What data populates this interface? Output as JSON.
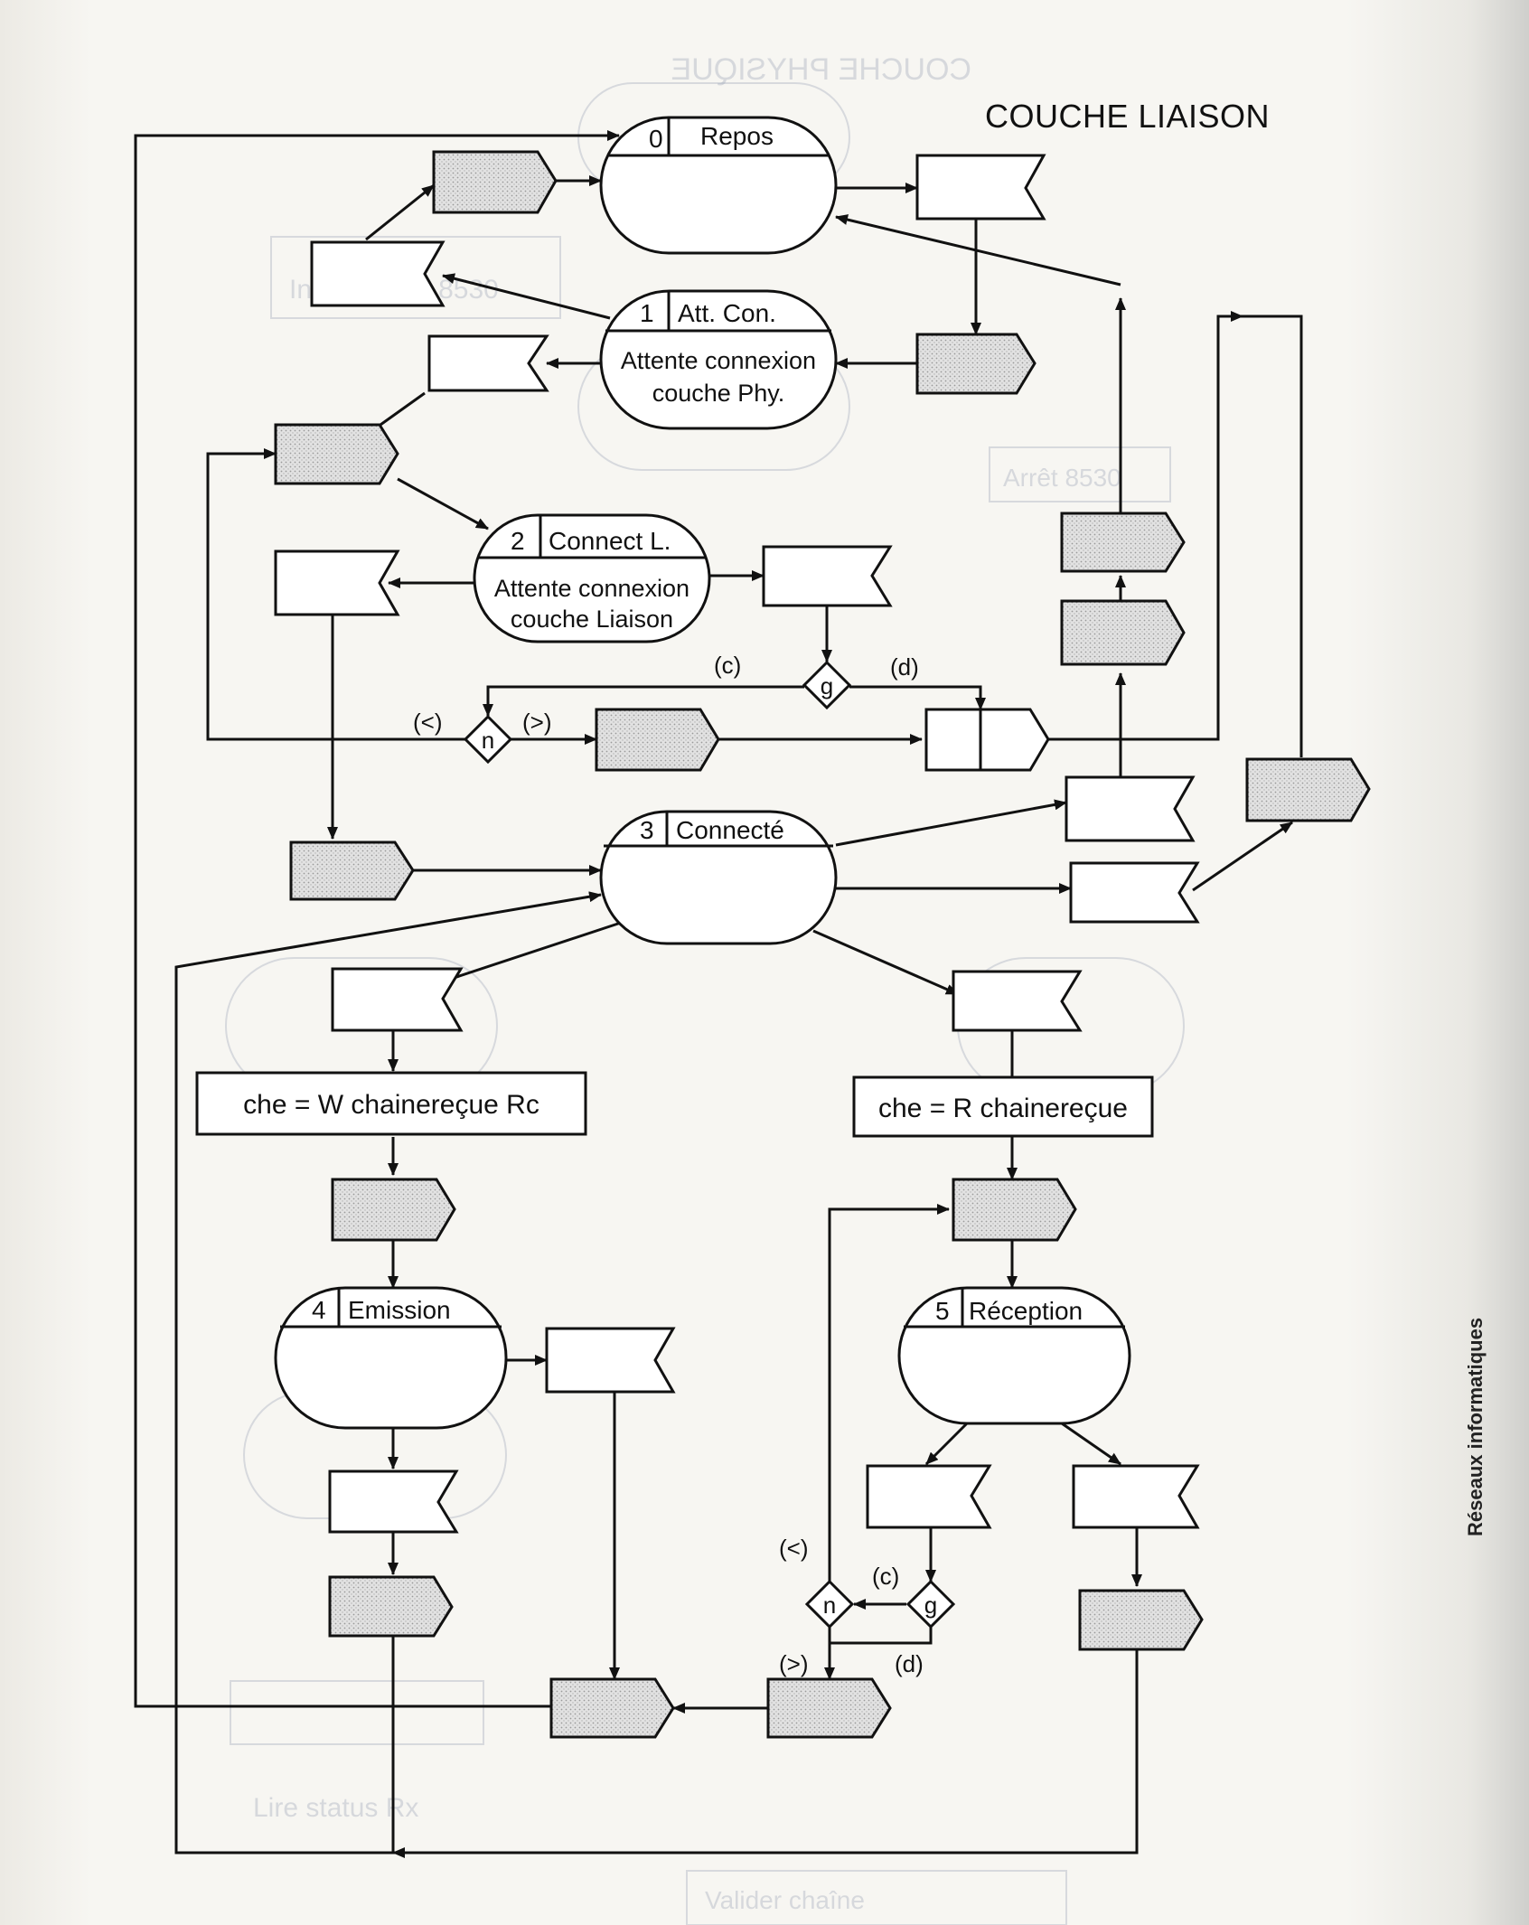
{
  "title": "COUCHE LIAISON",
  "states": [
    {
      "id": "repos",
      "number": "0",
      "name": "Repos",
      "lines": []
    },
    {
      "id": "att-con",
      "number": "1",
      "name": "Att. Con.",
      "lines": [
        "Attente connexion",
        "couche Phy."
      ]
    },
    {
      "id": "connect-l",
      "number": "2",
      "name": "Connect L.",
      "lines": [
        "Attente connexion",
        "couche Liaison"
      ]
    },
    {
      "id": "connecte",
      "number": "3",
      "name": "Connecté",
      "lines": []
    },
    {
      "id": "emission",
      "number": "4",
      "name": "Emission",
      "lines": []
    },
    {
      "id": "reception",
      "number": "5",
      "name": "Réception",
      "lines": []
    }
  ],
  "tasks": {
    "che_w": "che = W chainereçue Rc",
    "che_r": "che = R chainereçue"
  },
  "decisions": {
    "g": "g",
    "n": "n"
  },
  "branch_labels": {
    "c": "(c)",
    "d": "(d)",
    "less": "(<)",
    "greater": "(>)"
  },
  "bleed_through": {
    "top_title": "COUCHE PHYSIQUE",
    "init": "Initialisation 8530",
    "arret": "Arrêt 8530",
    "lire": "Lire status Rx",
    "valider": "Valider chaîne"
  },
  "side_text": "Réseaux informatiques"
}
